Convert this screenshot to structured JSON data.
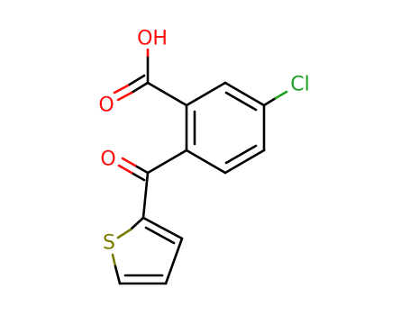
{
  "atoms": {
    "hydroxyl": {
      "label": "OH",
      "color": "#ff0d0d"
    },
    "carboxyl_oxygen": {
      "label": "O",
      "color": "#ff0d0d"
    },
    "ketone_oxygen": {
      "label": "O",
      "color": "#ff0d0d"
    },
    "chlorine": {
      "label": "Cl",
      "color": "#1fa01f"
    },
    "sulfur": {
      "label": "S",
      "color": "#7a7a00"
    }
  }
}
